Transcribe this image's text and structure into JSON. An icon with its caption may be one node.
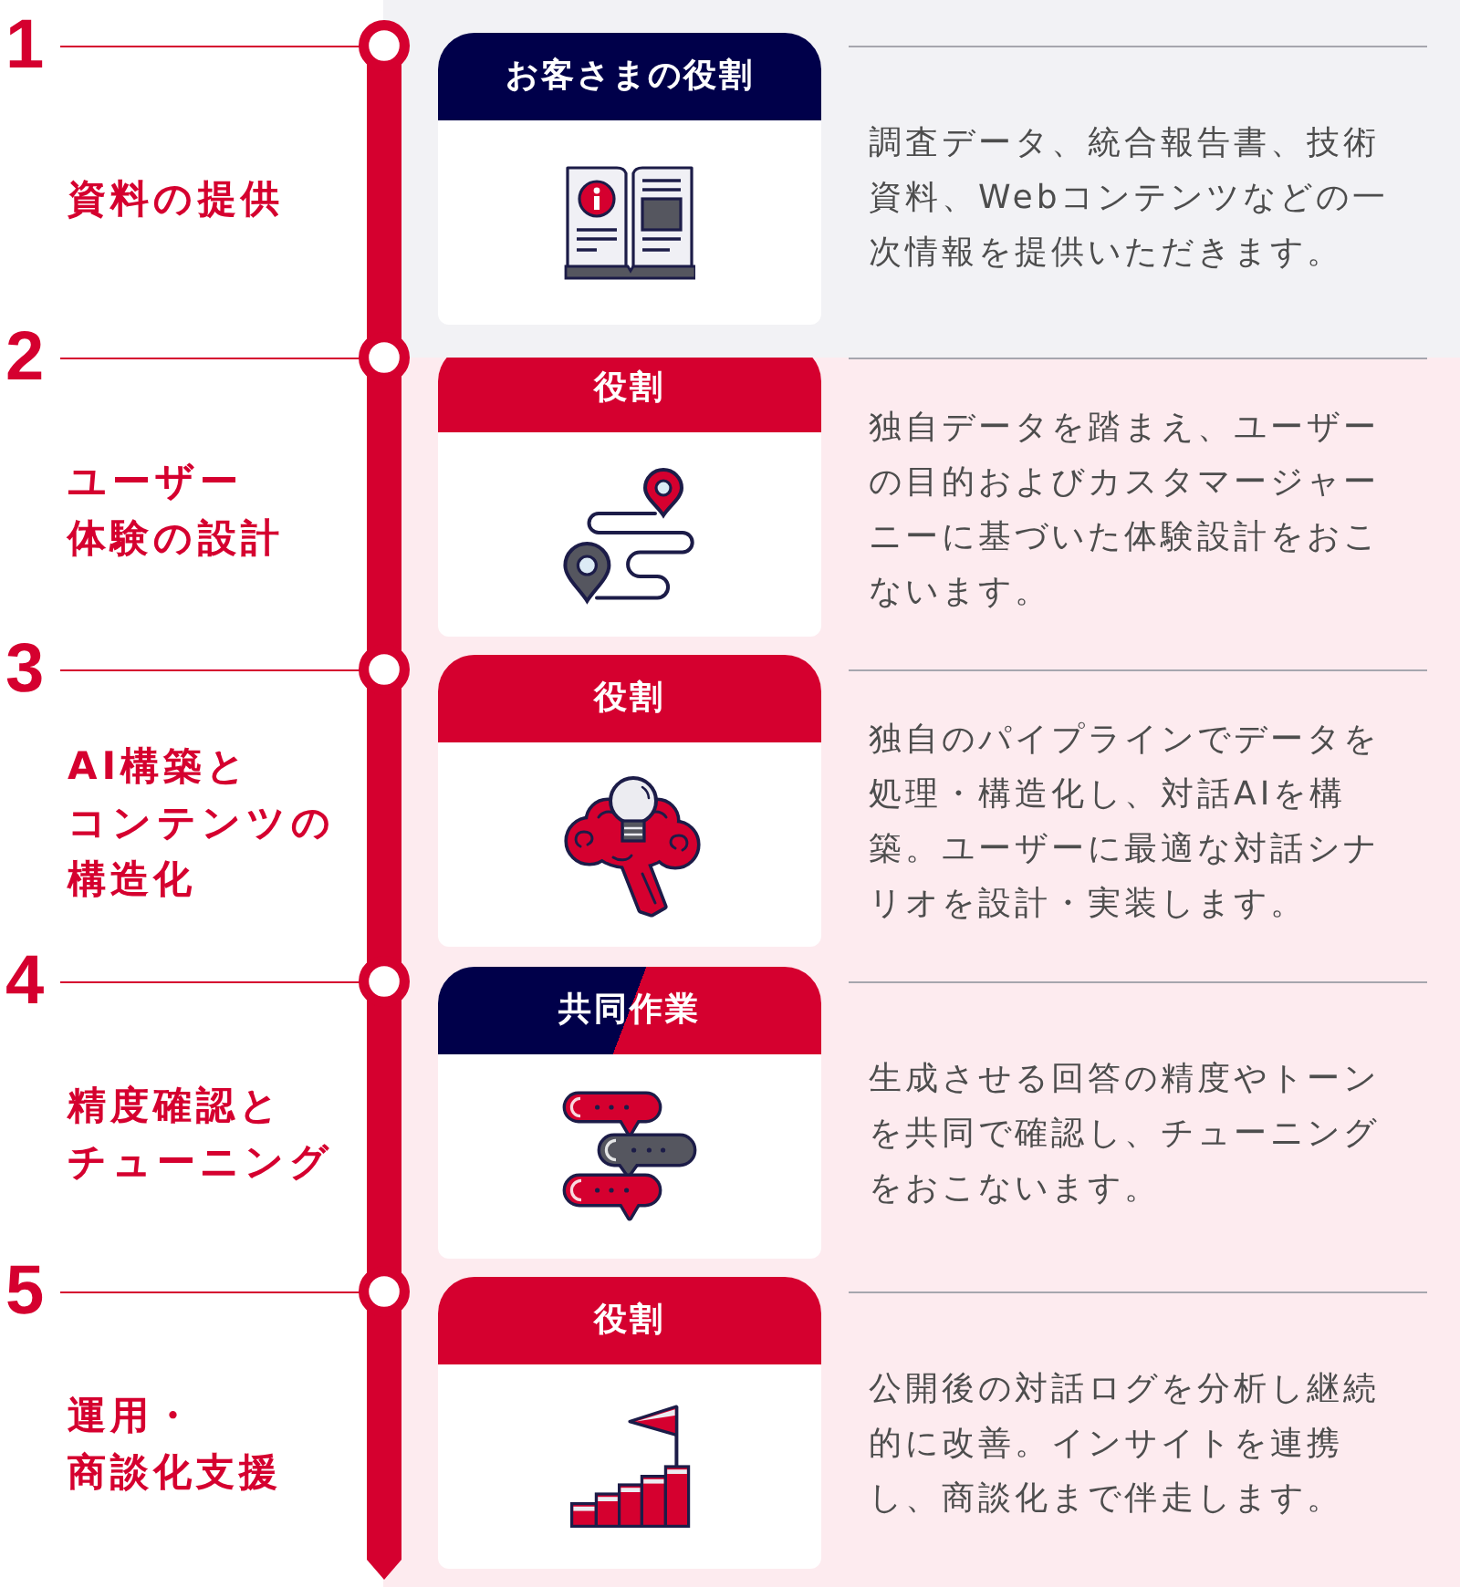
{
  "diagram": {
    "nodes": [
      {
        "text": [],
        "shape": "band"
      },
      {
        "text": [
          "お客さまの役割"
        ],
        "in": 0,
        "beside": [
          "調査データ、統合報告書、技術資料、Webコンテンツなどの一次情報を提供いただきます。"
        ]
      },
      {
        "text": [],
        "shape": "band"
      },
      {
        "text": [
          "役割"
        ],
        "in": 2,
        "beside": [
          "独自データを踏まえ、ユーザーの目的およびカスタマージャーニーに基づいた体験設計をおこないます。"
        ]
      },
      {
        "text": [
          "役割"
        ],
        "in": 2,
        "beside": [
          "独自のパイプラインでデータを処理・構造化し、対話AIを構築。ユーザーに最適な対話シナリオを設計・実装します。"
        ]
      },
      {
        "text": [
          "共同作業"
        ],
        "in": 2,
        "beside": [
          "生成させる回答の精度やトーンを共同で確認し、チューニングをおこないます。"
        ]
      },
      {
        "text": [
          "役割"
        ],
        "in": 2,
        "beside": [
          "公開後の対話ログを分析し継続的に改善。インサイトを連携し、商談化まで伴走します。"
        ]
      }
    ],
    "labels": [
      "1",
      "資料の提供",
      "2",
      "ユーザー体験の設計",
      "3",
      "AI構築とコンテンツの構造化",
      "4",
      "精度確認とチューニング",
      "5",
      "運用・商談化支援"
    ]
  }
}
